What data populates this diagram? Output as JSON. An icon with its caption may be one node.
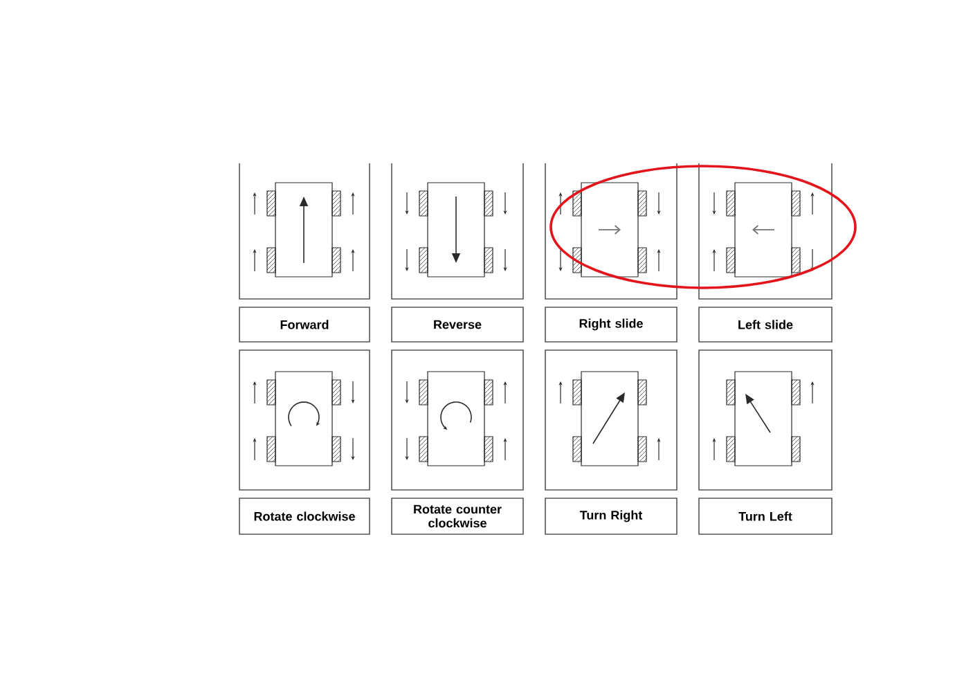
{
  "diagram": {
    "nodes": [
      {
        "text": [],
        "shape": "picture"
      },
      {
        "text": [],
        "shape": "picture"
      },
      {
        "text": [],
        "shape": "picture"
      },
      {
        "text": [],
        "shape": "picture"
      },
      {
        "text": [
          "Forward"
        ]
      },
      {
        "text": [
          "Reverse"
        ]
      },
      {
        "text": [
          "Right slide"
        ]
      },
      {
        "text": [
          "Left slide"
        ]
      },
      {
        "text": [],
        "shape": "picture"
      },
      {
        "text": [],
        "shape": "picture"
      },
      {
        "text": [],
        "shape": "picture"
      },
      {
        "text": [],
        "shape": "picture"
      },
      {
        "text": [
          "Rotate clockwise"
        ]
      },
      {
        "text": [
          "Rotate counter clockwise"
        ]
      },
      {
        "text": [
          "Turn Right"
        ]
      },
      {
        "text": [
          "Turn Left"
        ]
      }
    ]
  }
}
